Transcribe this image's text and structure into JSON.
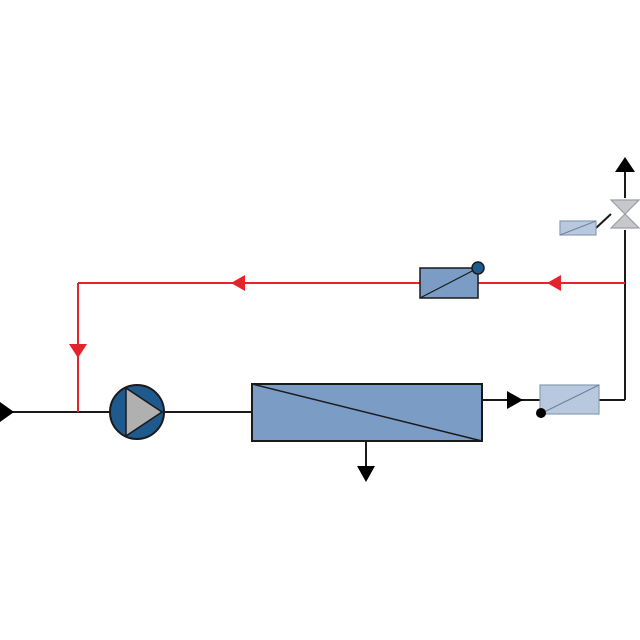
{
  "diagram": {
    "type": "process-flow-diagram",
    "components": [
      {
        "id": "feed-inlet",
        "kind": "flow-arrow"
      },
      {
        "id": "circulation-pump",
        "kind": "pump"
      },
      {
        "id": "membrane-module",
        "kind": "membrane-filter"
      },
      {
        "id": "filtrate-outlet",
        "kind": "flow-arrow"
      },
      {
        "id": "concentrate-sensor",
        "kind": "inline-sensor"
      },
      {
        "id": "control-valve",
        "kind": "valve"
      },
      {
        "id": "valve-actuator",
        "kind": "actuator"
      },
      {
        "id": "recycle-sensor",
        "kind": "inline-sensor"
      },
      {
        "id": "product-outlet",
        "kind": "flow-arrow"
      }
    ],
    "streams": [
      {
        "id": "main-line",
        "color": "#000000"
      },
      {
        "id": "recycle-line",
        "color": "#e3242b"
      }
    ],
    "colors": {
      "line": "#1a1a1a",
      "recycle": "#e3242b",
      "equipment_fill": "#7b9cc4",
      "pump_fill": "#1f5a8f",
      "pump_triangle": "#b0b0b0",
      "faded_equipment": "#b8c8df",
      "valve_fill": "#c6c8cc"
    }
  }
}
